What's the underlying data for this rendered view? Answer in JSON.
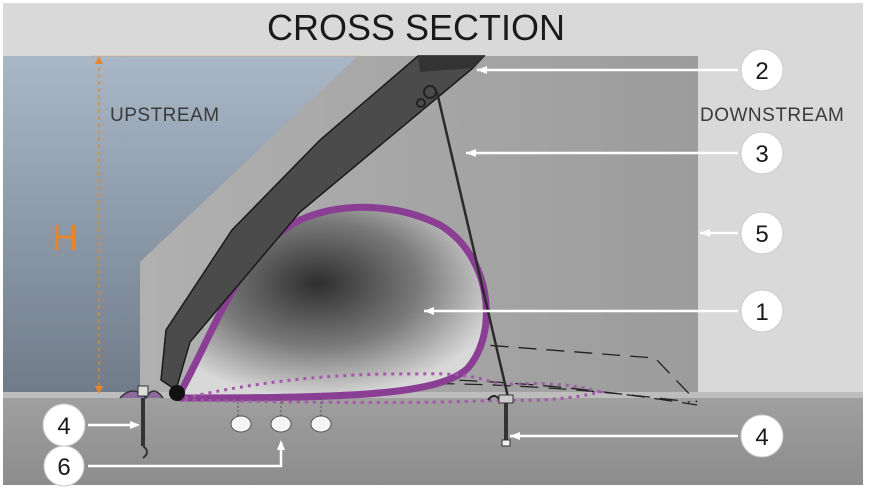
{
  "title": "CROSS SECTION",
  "labels": {
    "upstream": "UPSTREAM",
    "downstream": "DOWNSTREAM",
    "height": "H"
  },
  "callouts": [
    {
      "id": "1",
      "name": "callout-1"
    },
    {
      "id": "2",
      "name": "callout-2"
    },
    {
      "id": "3",
      "name": "callout-3"
    },
    {
      "id": "4",
      "name": "callout-4-left"
    },
    {
      "id": "4",
      "name": "callout-4-right"
    },
    {
      "id": "5",
      "name": "callout-5"
    },
    {
      "id": "6",
      "name": "callout-6"
    }
  ],
  "colors": {
    "background": "#d9d9d9",
    "water": "#8e9aa8",
    "wall": "#a8a8a8",
    "gate": "#4a4a4a",
    "bladder": "#8a3f94",
    "height_marker": "#e8852a"
  }
}
